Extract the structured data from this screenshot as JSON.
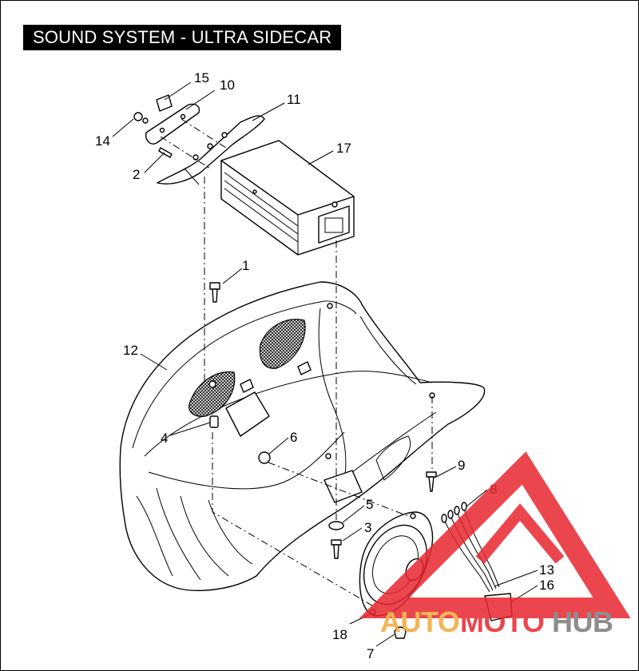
{
  "title": "SOUND SYSTEM - ULTRA SIDECAR",
  "callouts": [
    "1",
    "2",
    "3",
    "4",
    "5",
    "6",
    "7",
    "8",
    "9",
    "10",
    "11",
    "12",
    "13",
    "14",
    "15",
    "16",
    "17",
    "18"
  ],
  "watermark": {
    "text_auto": "AUTO",
    "text_moto": "MOTO",
    "text_hub": "HUB"
  },
  "colors": {
    "ink": "#000000",
    "watermark_red": "#e8262e",
    "watermark_orange": "#f2a83a",
    "watermark_gray": "#7a7a7a"
  }
}
